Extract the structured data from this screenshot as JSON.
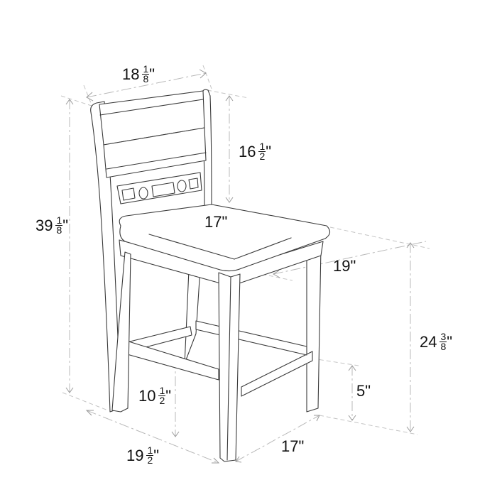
{
  "diagram": {
    "subject": "Counter-height stool with ladder back and footrest",
    "units": "inches",
    "colors": {
      "line": "#3a3a3a",
      "dimension_line": "#b9b9b9",
      "label": "#111111",
      "background": "#ffffff"
    },
    "dimensions": {
      "back_width": {
        "whole": "18",
        "num": "1",
        "den": "8",
        "unit": "\"",
        "text": "18 1/8\""
      },
      "back_height": {
        "whole": "16",
        "num": "1",
        "den": "2",
        "unit": "\"",
        "text": "16 1/2\""
      },
      "overall_height": {
        "whole": "39",
        "num": "1",
        "den": "8",
        "unit": "\"",
        "text": "39 1/8\""
      },
      "seat_width": {
        "whole": "17",
        "unit": "\"",
        "text": "17\""
      },
      "seat_depth": {
        "whole": "19",
        "unit": "\"",
        "text": "19\""
      },
      "seat_height": {
        "whole": "24",
        "num": "3",
        "den": "8",
        "unit": "\"",
        "text": "24 3/8\""
      },
      "footrest_height_side": {
        "whole": "5",
        "unit": "\"",
        "text": "5\""
      },
      "footrest_height_front": {
        "whole": "10",
        "num": "1",
        "den": "2",
        "unit": "\"",
        "text": "10 1/2\""
      },
      "base_depth": {
        "whole": "19",
        "num": "1",
        "den": "2",
        "unit": "\"",
        "text": "19 1/2\""
      },
      "base_width": {
        "whole": "17",
        "unit": " \"",
        "text": "17 \""
      }
    }
  }
}
